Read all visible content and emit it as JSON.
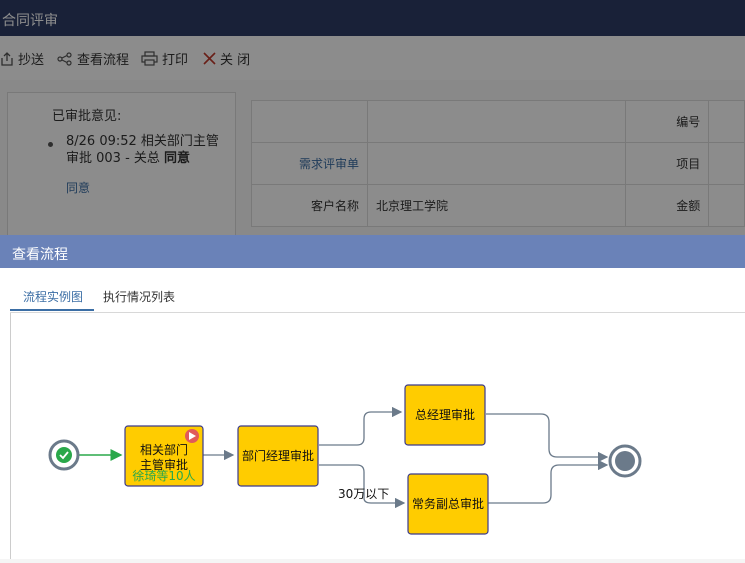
{
  "window": {
    "title": "合同评审"
  },
  "toolbar": {
    "copy_send": "抄送",
    "view_flow": "查看流程",
    "print": "打印",
    "close": "关 闭"
  },
  "opinion": {
    "header": "已审批意见:",
    "entry_line1": "8/26 09:52 相关部门主管",
    "entry_line2_prefix": "审批 003 - 关总 ",
    "entry_result": "同意",
    "comment": "同意"
  },
  "info_table": {
    "number_label": "编号",
    "demand_link": "需求评审单",
    "project_label": "项目",
    "customer_label": "客户名称",
    "customer_value": "北京理工学院",
    "amount_label": "金额"
  },
  "dialog": {
    "title": "查看流程",
    "tabs": [
      "流程实例图",
      "执行情况列表"
    ]
  },
  "flow": {
    "node_related_line1": "相关部门",
    "node_related_line2": "主管审批",
    "node_related_waiting": "徐琦等10人",
    "node_dept_manager": "部门经理审批",
    "node_general_manager": "总经理审批",
    "node_vice_general": "常务副总审批",
    "condition_label": "30万以下",
    "colors": {
      "node_fill": "#ffcc00",
      "node_border": "#3a3a8c",
      "green": "#2aa84a",
      "gray": "#6b7a8a"
    }
  }
}
